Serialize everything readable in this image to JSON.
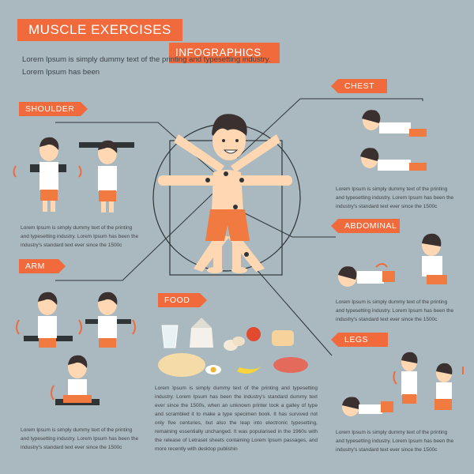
{
  "header": {
    "title": "MUSCLE  EXERCISES",
    "subtitle": "INFOGRAPHICS",
    "intro": "Lorem Ipsum is simply dummy text of the printing and typesetting industry. Lorem Ipsum has been"
  },
  "sections": {
    "shoulder": {
      "label": "SHOULDER",
      "text": "Lorem Ipsum is simply dummy text of the printing and typesetting industry. Lorem Ipsum has been the industry's standard  text ever since the 1500c"
    },
    "arm": {
      "label": "ARM",
      "text": "Lorem Ipsum is simply dummy text of the printing and typesetting industry. Lorem Ipsum has been the industry's standard  text ever since the 1500c"
    },
    "chest": {
      "label": "CHEST",
      "text": "Lorem Ipsum is simply dummy text of the printing and typesetting industry. Lorem Ipsum has been the industry's standard  text ever since the 1500c"
    },
    "abdominal": {
      "label": "ABDOMINAL",
      "text": "Lorem Ipsum is simply dummy text of the printing and typesetting industry. Lorem Ipsum has been the industry's standard  text ever since the 1500c"
    },
    "legs": {
      "label": "LEGS",
      "text": "Lorem Ipsum is simply dummy text of the printing and typesetting industry. Lorem Ipsum has been the industry's standard  text ever since the 1500c"
    },
    "food": {
      "label": "FOOD",
      "text": "Lorem Ipsum is simply dummy text of the printing and typesetting industry. Lorem Ipsum has been the industry's standard dummy text ever since the 1500s, when an unknown printer took a galley of type and scrambled it to make a type specimen book. It has survived not only five centuries, but also the leap into electronic typesetting, remaining essentially unchanged. It was popularised in the 1960s with the release of Letraset sheets containing Lorem Ipsum passages, and more recently with desktop publishin"
    }
  },
  "colors": {
    "background": "#a9b9bf",
    "accent": "#f06a3c",
    "skin": "#ffd8b3",
    "hair": "#3a3030",
    "shorts": "#f07a40",
    "text": "#404448"
  }
}
